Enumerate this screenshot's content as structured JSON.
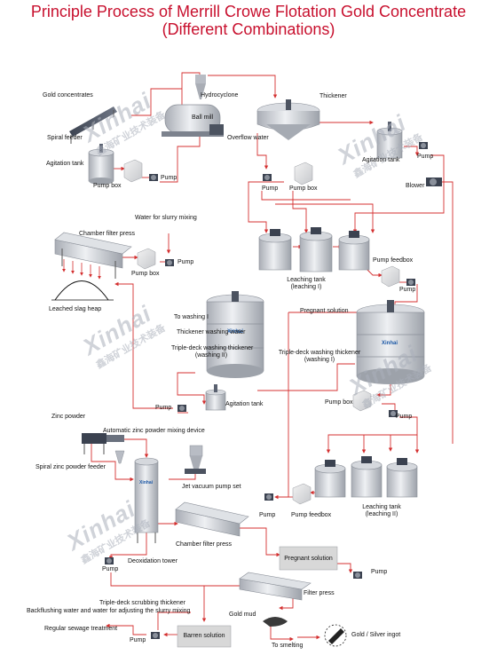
{
  "title": {
    "line1": "Principle Process of Merrill Crowe Flotation Gold Concentrate",
    "line2": "(Different Combinations)"
  },
  "labels": {
    "gold_concentrates": "Gold concentrates",
    "hydrocyclone": "Hydrocyclone",
    "ball_mill": "Ball mill",
    "spiral_feeder": "Spiral feeder",
    "thickener": "Thickener",
    "overflow_water": "Overflow water",
    "agitation_tank_1": "Agitation tank",
    "pump_box_1": "Pump box",
    "pump_1": "Pump",
    "agitation_tank_2": "Agitation tank",
    "pump_2": "Pump",
    "blower": "Blower",
    "pump_3": "Pump",
    "pump_box_2": "Pump box",
    "water_slurry": "Water for slurry mixing",
    "chamber_filter_press_1": "Chamber filter press",
    "pump_4": "Pump",
    "pump_box_3": "Pump box",
    "leaching_tank_1_line1": "Leaching tank",
    "leaching_tank_1_line2": "(leaching I)",
    "pump_feedbox_1": "Pump feedbox",
    "pump_5": "Pump",
    "leached_slag_heap": "Leached slag heap",
    "pregnant_solution_top": "Pregnant solution",
    "to_washing_1": "To washing I",
    "thickener_washing_water": "Thickener washing water",
    "triple_deck_washing_2_line1": "Triple-deck washing thickener",
    "triple_deck_washing_2_line2": "(washing II)",
    "triple_deck_washing_1_line1": "Triple-deck washing thickener",
    "triple_deck_washing_1_line2": "(washing I)",
    "pump_6": "Pump",
    "agitation_tank_3": "Agitation tank",
    "pump_box_4": "Pump box",
    "pump_7": "Pump",
    "zinc_powder": "Zinc powder",
    "auto_zinc_device": "Automatic zinc powder mixing device",
    "spiral_zinc_feeder": "Spiral zinc powder feeder",
    "jet_vacuum_pump": "Jet vacuum pump set",
    "pump_8": "Pump",
    "pump_feedbox_2": "Pump feedbox",
    "leaching_tank_2_line1": "Leaching tank",
    "leaching_tank_2_line2": "(leaching II)",
    "chamber_filter_press_2": "Chamber filter press",
    "pump_9": "Pump",
    "deoxidation_tower": "Deoxidation tower",
    "pregnant_solution_box": "Pregnant solution",
    "pump_10": "Pump",
    "filter_press": "Filter press",
    "triple_deck_scrubbing": "Triple-deck scrubbing thickener",
    "backflushing": "Backflushing water and water for adjusting the slurry mixing",
    "gold_mud": "Gold mud",
    "regular_sewage": "Regular sewage treatment",
    "pump_11": "Pump",
    "barren_solution": "Barren solution",
    "to_smelting": "To smelting",
    "gold_silver_ingot": "Gold / Silver ingot"
  },
  "watermark": {
    "brand": "Xinhai",
    "cn": "鑫海矿业技术装备"
  },
  "tank_brand": "Xinhai",
  "colors": {
    "title": "#c8102e",
    "flow_line": "#d43030",
    "equipment": "#c9ccd2",
    "box": "#d8d8d8"
  }
}
